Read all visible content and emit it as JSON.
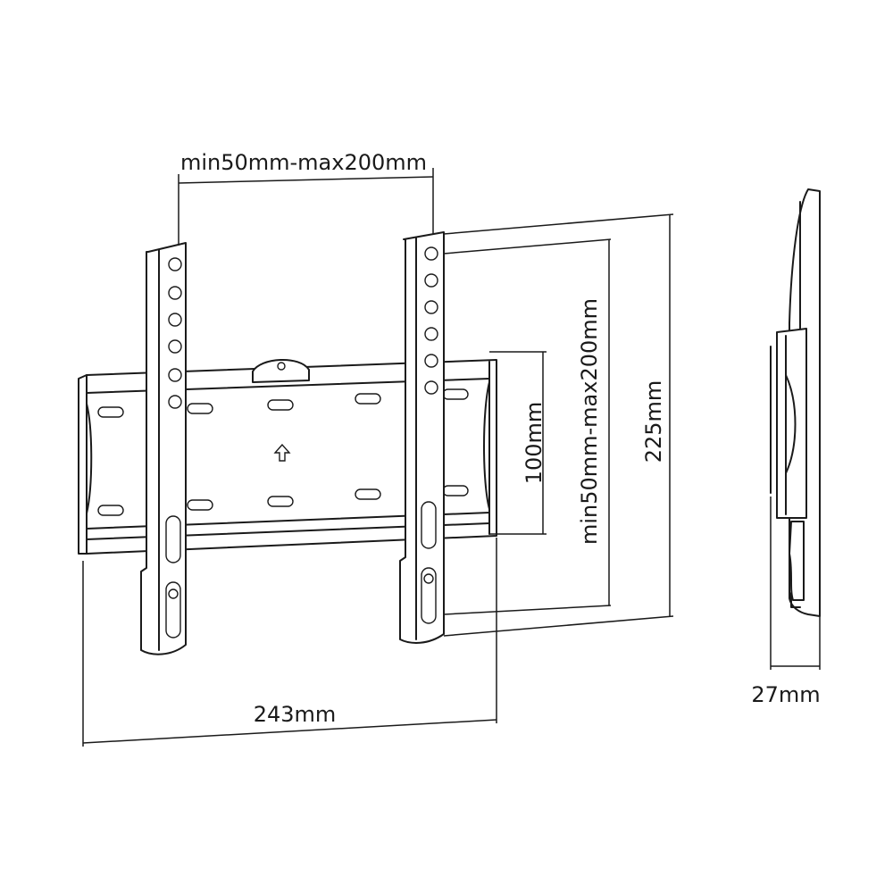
{
  "dimensions": {
    "top_width": "min50mm-max200mm",
    "side_height_range": "min50mm-max200mm",
    "plate_height": "100mm",
    "overall_height": "225mm",
    "overall_width": "243mm",
    "depth": "27mm"
  }
}
